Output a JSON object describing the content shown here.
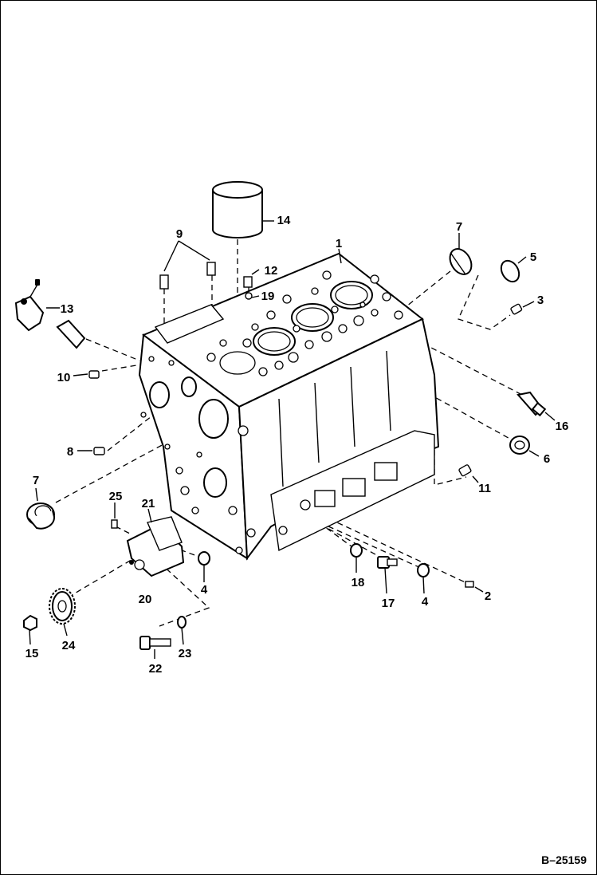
{
  "diagram": {
    "reference_code": "B–25159",
    "callouts": [
      {
        "id": "1",
        "text": "1"
      },
      {
        "id": "2",
        "text": "2"
      },
      {
        "id": "3",
        "text": "3"
      },
      {
        "id": "4a",
        "text": "4"
      },
      {
        "id": "4b",
        "text": "4"
      },
      {
        "id": "5",
        "text": "5"
      },
      {
        "id": "6",
        "text": "6"
      },
      {
        "id": "7a",
        "text": "7"
      },
      {
        "id": "7b",
        "text": "7"
      },
      {
        "id": "8",
        "text": "8"
      },
      {
        "id": "9",
        "text": "9"
      },
      {
        "id": "10",
        "text": "10"
      },
      {
        "id": "11",
        "text": "11"
      },
      {
        "id": "12",
        "text": "12"
      },
      {
        "id": "13",
        "text": "13"
      },
      {
        "id": "14",
        "text": "14"
      },
      {
        "id": "15",
        "text": "15"
      },
      {
        "id": "16",
        "text": "16"
      },
      {
        "id": "17",
        "text": "17"
      },
      {
        "id": "18",
        "text": "18"
      },
      {
        "id": "19",
        "text": "19"
      },
      {
        "id": "20",
        "text": "20"
      },
      {
        "id": "21",
        "text": "21"
      },
      {
        "id": "22",
        "text": "22"
      },
      {
        "id": "23",
        "text": "23"
      },
      {
        "id": "24",
        "text": "24"
      },
      {
        "id": "25",
        "text": "25"
      }
    ]
  }
}
